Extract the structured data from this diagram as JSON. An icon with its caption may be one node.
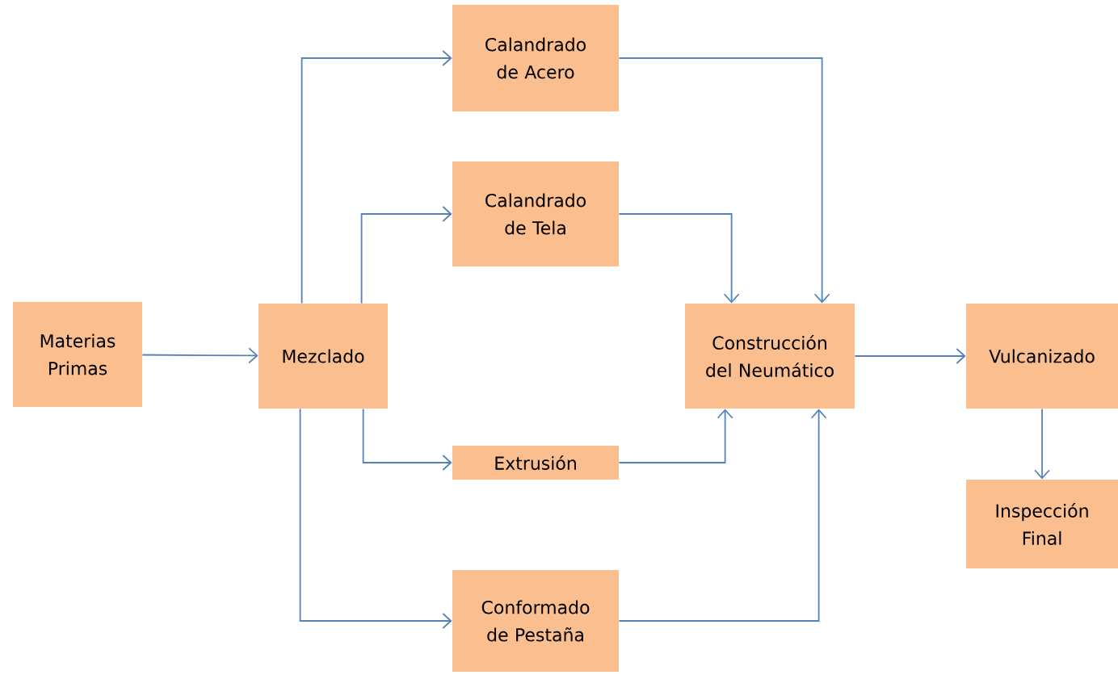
{
  "diagram": {
    "nodes": [
      {
        "text": [
          "Materias Primas"
        ]
      },
      {
        "text": [
          "Mezclado"
        ]
      },
      {
        "text": [
          "Calandrado de Acero"
        ]
      },
      {
        "text": [
          "Calandrado de Tela"
        ]
      },
      {
        "text": [
          "Extrusión"
        ]
      },
      {
        "text": [
          "Conformado de Pestaña"
        ]
      },
      {
        "text": [
          "Construcción del Neumático"
        ]
      },
      {
        "text": [
          "Vulcanizado"
        ]
      },
      {
        "text": [
          "Inspección Final"
        ]
      }
    ],
    "edges": [
      {
        "from": 0,
        "to": 1,
        "arrow": "to"
      },
      {
        "from": 1,
        "to": 2,
        "arrow": "to"
      },
      {
        "from": 1,
        "to": 3,
        "arrow": "to"
      },
      {
        "from": 1,
        "to": 4,
        "arrow": "to"
      },
      {
        "from": 1,
        "to": 5,
        "arrow": "to"
      },
      {
        "from": 2,
        "to": 6,
        "arrow": "to"
      },
      {
        "from": 3,
        "to": 6,
        "arrow": "to"
      },
      {
        "from": 4,
        "to": 6,
        "arrow": "to"
      },
      {
        "from": 5,
        "to": 6,
        "arrow": "to"
      },
      {
        "from": 6,
        "to": 7,
        "arrow": "to"
      },
      {
        "from": 7,
        "to": 8,
        "arrow": "to"
      }
    ]
  }
}
